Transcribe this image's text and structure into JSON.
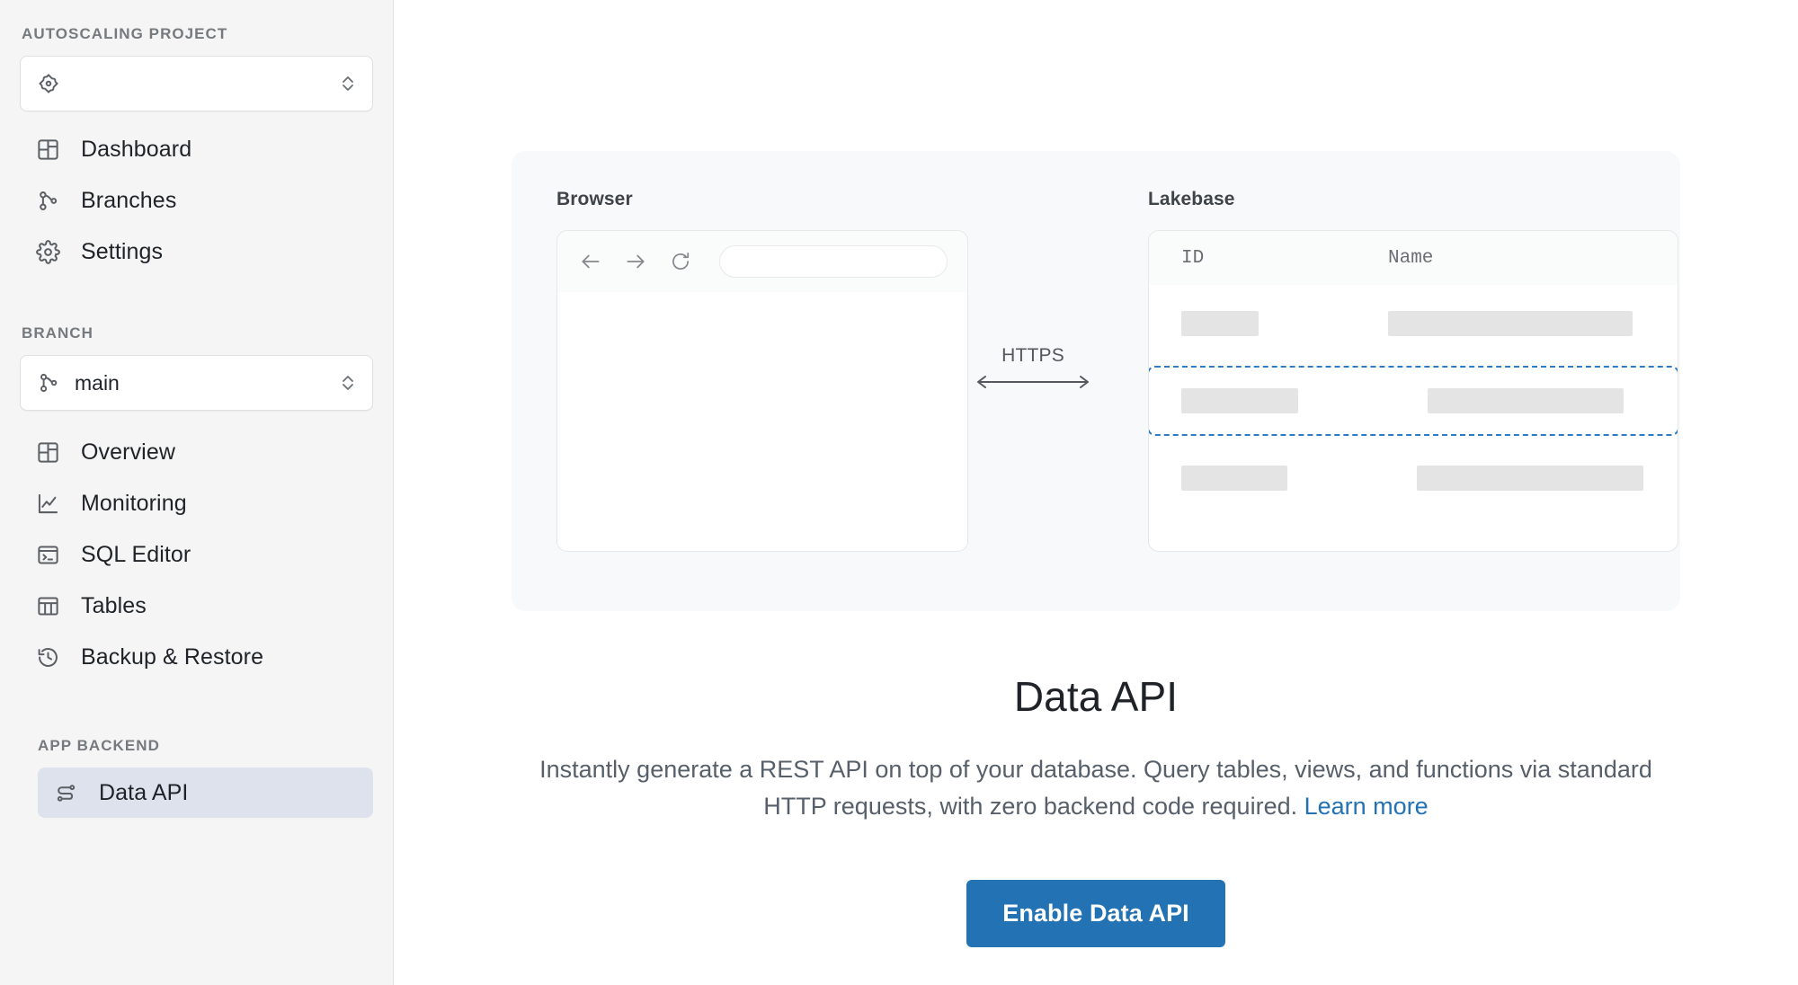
{
  "sidebar": {
    "project_section_label": "AUTOSCALING PROJECT",
    "project_selector": {
      "icon": "project-diamond-icon",
      "value": "",
      "redacted": true,
      "chevron": "chevron-updown-icon"
    },
    "project_nav": [
      {
        "icon": "dashboard-grid-icon",
        "label": "Dashboard",
        "active": false
      },
      {
        "icon": "branch-icon",
        "label": "Branches",
        "active": false
      },
      {
        "icon": "gear-icon",
        "label": "Settings",
        "active": false
      }
    ],
    "branch_section_label": "BRANCH",
    "branch_selector": {
      "icon": "branch-icon",
      "value": "main",
      "chevron": "chevron-updown-icon"
    },
    "branch_nav": [
      {
        "icon": "overview-grid-icon",
        "label": "Overview",
        "active": false
      },
      {
        "icon": "monitoring-chart-icon",
        "label": "Monitoring",
        "active": false
      },
      {
        "icon": "sql-terminal-icon",
        "label": "SQL Editor",
        "active": false
      },
      {
        "icon": "tables-icon",
        "label": "Tables",
        "active": false
      },
      {
        "icon": "history-clock-icon",
        "label": "Backup & Restore",
        "active": false
      }
    ],
    "backend_section_label": "APP BACKEND",
    "backend_nav": [
      {
        "icon": "data-api-route-icon",
        "label": "Data API",
        "active": true
      }
    ]
  },
  "illustration": {
    "browser": {
      "title": "Browser",
      "back_icon": "arrow-left-icon",
      "forward_icon": "arrow-right-icon",
      "reload_icon": "reload-icon",
      "address_value": "",
      "address_placeholder": ""
    },
    "connector": {
      "label": "HTTPS",
      "icon": "double-arrow-icon"
    },
    "lakebase": {
      "title": "Lakebase",
      "columns": [
        "ID",
        "Name"
      ],
      "rows": [
        {
          "selected": false,
          "id_width": "86",
          "name_width": "272"
        },
        {
          "selected": true,
          "id_width": "130",
          "name_width": "218"
        },
        {
          "selected": false,
          "id_width": "118",
          "name_width": "252"
        }
      ]
    }
  },
  "content": {
    "heading": "Data API",
    "description_part1": "Instantly generate a REST API on top of your database. Query tables, views, and functions via standard HTTP requests, with zero backend code required.",
    "learn_more_label": "Learn more",
    "cta_label": "Enable Data API"
  },
  "colors": {
    "accent": "#2272b4",
    "sidebar_bg": "#f5f5f5",
    "active_item_bg": "#dde2ec",
    "card_bg": "#f8f9fa",
    "skeleton": "#e4e4e4",
    "dashed_highlight": "#2f7ac4",
    "muted_text": "#57606a"
  }
}
